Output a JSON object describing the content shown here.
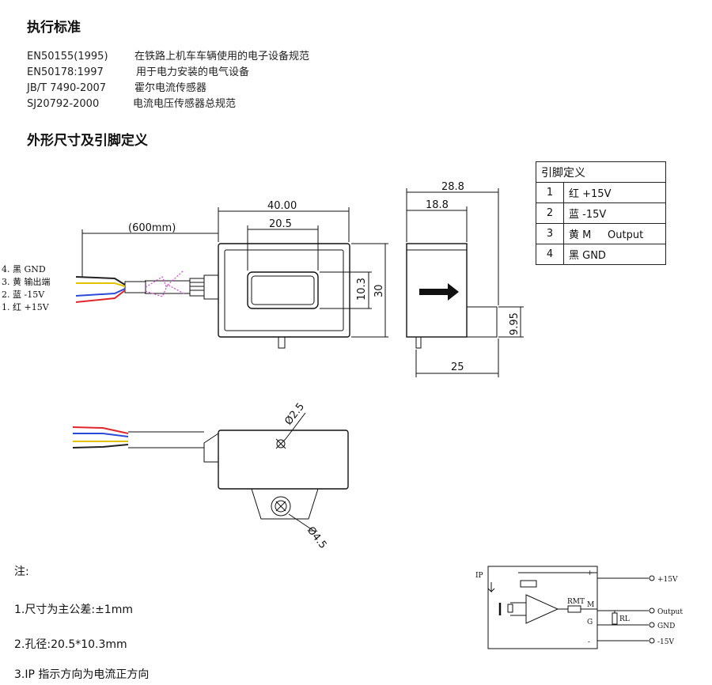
{
  "sections": {
    "standards_title": "执行标准",
    "outline_title": "外形尺寸及引脚定义"
  },
  "standards": [
    {
      "code": "EN50155(1995)",
      "desc": "在铁路上机车车辆使用的电子设备规范"
    },
    {
      "code": "EN50178:1997",
      "desc": "用于电力安装的电气设备"
    },
    {
      "code": "JB/T 7490-2007",
      "desc": "霍尔电流传感器"
    },
    {
      "code": "SJ20792-2000",
      "desc": "电流电压传感器总规范"
    }
  ],
  "pin_table": {
    "header": "引脚定义",
    "rows": [
      {
        "num": "1",
        "func": "红 +15V"
      },
      {
        "num": "2",
        "func": "蓝 -15V"
      },
      {
        "num": "3",
        "func": "黄 M     Output"
      },
      {
        "num": "4",
        "func": "黑 GND"
      }
    ]
  },
  "drawing": {
    "wire_labels": [
      "4. 黑 GND",
      "3. 黄 输出端",
      "2. 蓝 -15V",
      "1. 红 +15V"
    ],
    "dims": {
      "cable": "(600mm)",
      "width": "40.00",
      "window_w": "20.5",
      "window_h": "10.3",
      "height": "30",
      "depth": "28.8",
      "depth_inner": "18.8",
      "base": "25",
      "foot": "9.95",
      "hole_small": "Ø2.5",
      "hole_big": "Ø4.5"
    },
    "wire_colors": [
      "#222222",
      "#e3c200",
      "#2a4bd8",
      "#e0262b"
    ]
  },
  "circuit": {
    "ip": "IP",
    "plus": "+",
    "m": "M",
    "g": "G",
    "minus": "-",
    "rmt": "RMT",
    "rl": "RL",
    "out_plus15": "+15V",
    "out_output": "Output",
    "out_gnd": "GND",
    "out_minus15": "-15V"
  },
  "notes": {
    "title": "注:",
    "items": [
      "1.尺寸为主公差:±1mm",
      "2.孔径:20.5*10.3mm",
      "3.IP 指示方向为电流正方向"
    ]
  }
}
